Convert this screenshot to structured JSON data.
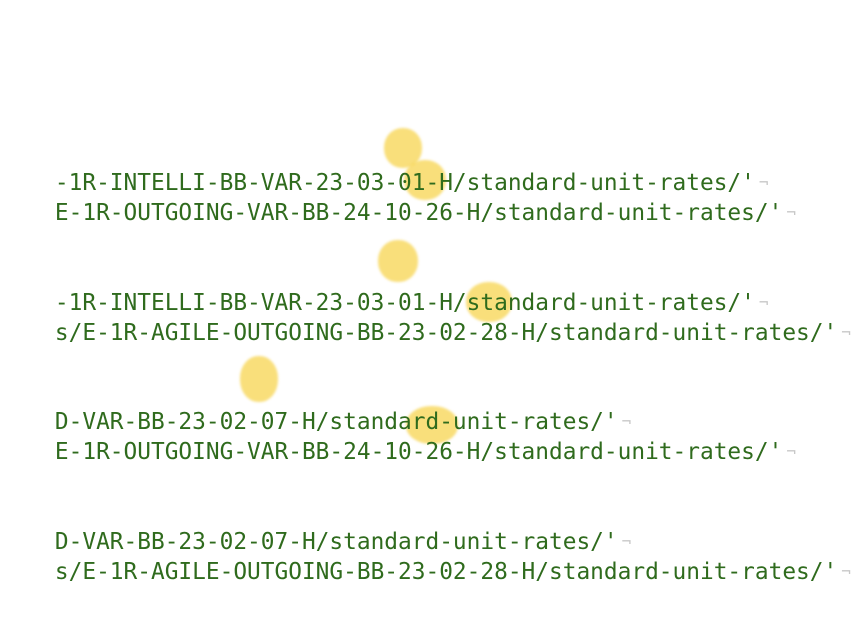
{
  "editor": {
    "highlight_color": "#f6d248",
    "text_color": "#2f6b1d",
    "line_end_marker": "¬",
    "lines": [
      "-1R-INTELLI-BB-VAR-23-03-01-H/standard-unit-rates/'",
      "E-1R-OUTGOING-VAR-BB-24-10-26-H/standard-unit-rates/'",
      "-1R-INTELLI-BB-VAR-23-03-01-H/standard-unit-rates/'",
      "s/E-1R-AGILE-OUTGOING-BB-23-02-28-H/standard-unit-rates/'",
      "D-VAR-BB-23-02-07-H/standard-unit-rates/'",
      "E-1R-OUTGOING-VAR-BB-24-10-26-H/standard-unit-rates/'",
      "D-VAR-BB-23-02-07-H/standard-unit-rates/'",
      "s/E-1R-AGILE-OUTGOING-BB-23-02-28-H/standard-unit-rates/'"
    ]
  }
}
